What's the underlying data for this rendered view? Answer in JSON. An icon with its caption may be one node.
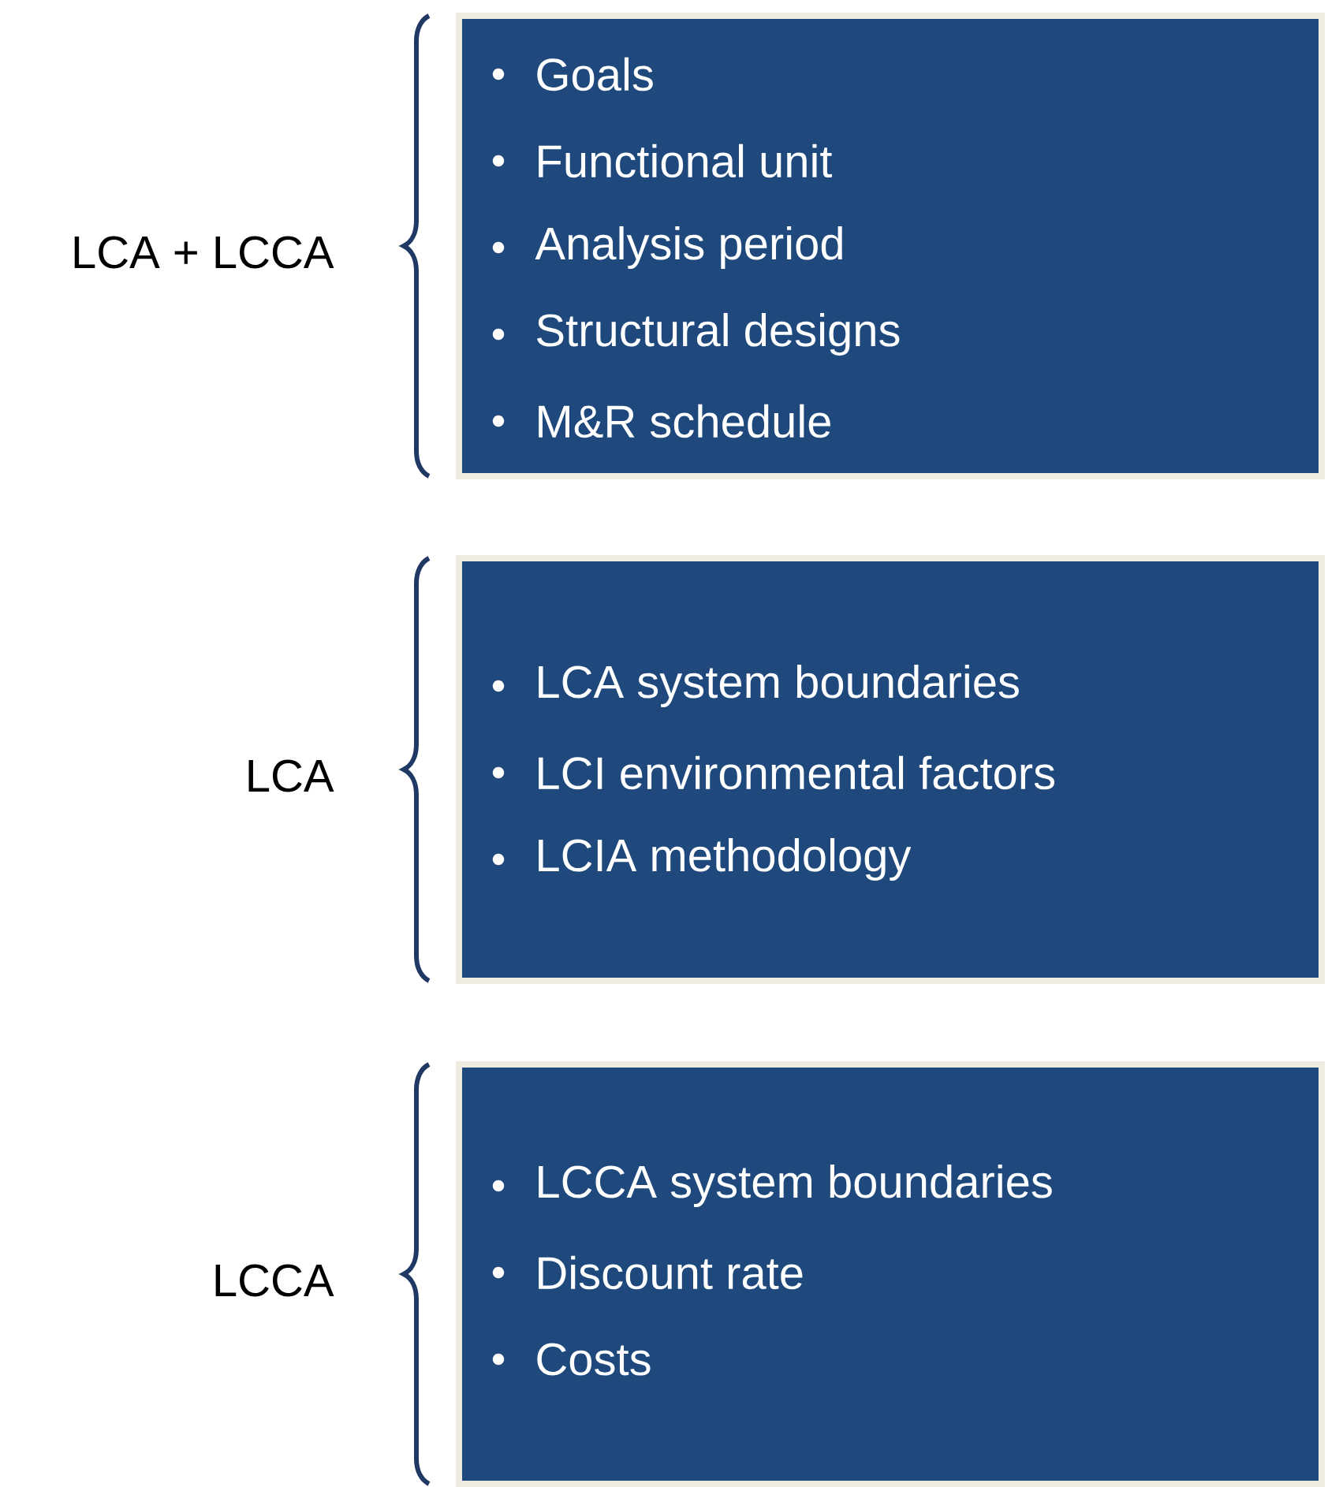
{
  "diagram": {
    "nodes": [
      {
        "text": [
          "Goals",
          "Functional unit",
          "Analysis period",
          "Structural designs",
          "M&R schedule"
        ],
        "beside": [
          "LCA + LCCA"
        ]
      },
      {
        "text": [
          "LCA system boundaries",
          "LCI environmental factors",
          "LCIA methodology"
        ],
        "beside": [
          "LCA"
        ]
      },
      {
        "text": [
          "LCCA system boundaries",
          "Discount rate",
          "Costs"
        ],
        "beside": [
          "LCCA"
        ]
      }
    ]
  }
}
